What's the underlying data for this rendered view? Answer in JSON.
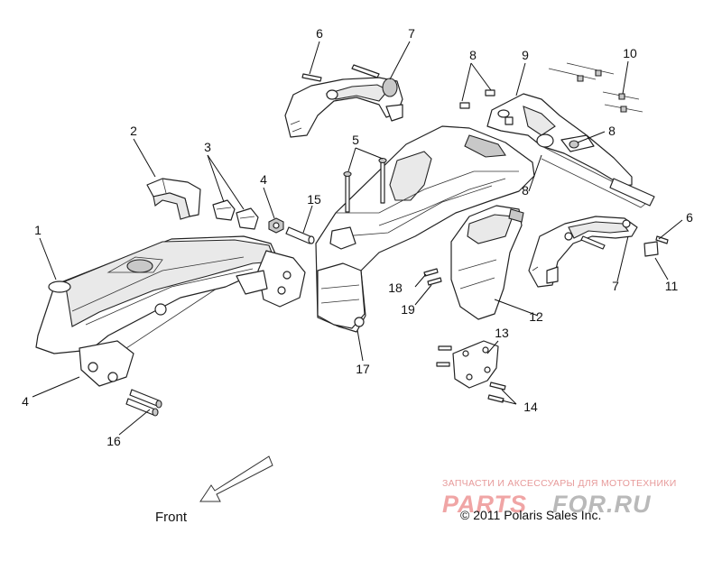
{
  "diagram": {
    "callouts": [
      "1",
      "2",
      "3",
      "4",
      "5",
      "6",
      "7",
      "8",
      "9",
      "10",
      "11",
      "12",
      "13",
      "14",
      "15",
      "16",
      "17",
      "18",
      "19"
    ],
    "extra_callouts": {
      "left_4": "4",
      "right_6": "6",
      "right_7": "7",
      "right_8a": "8",
      "right_8b": "8"
    },
    "direction_label": "Front",
    "copyright": "© 2011 Polaris Sales Inc.",
    "watermark": {
      "tagline": "ЗАПЧАСТИ И АКСЕССУАРЫ ДЛЯ МОТОТЕХНИКИ",
      "logo_left": "PARTS",
      "logo_right": "FOR.RU",
      "colors": {
        "left": "#f0a5a5",
        "right": "#b9b9b9",
        "tagline": "#e79a9a"
      }
    }
  }
}
